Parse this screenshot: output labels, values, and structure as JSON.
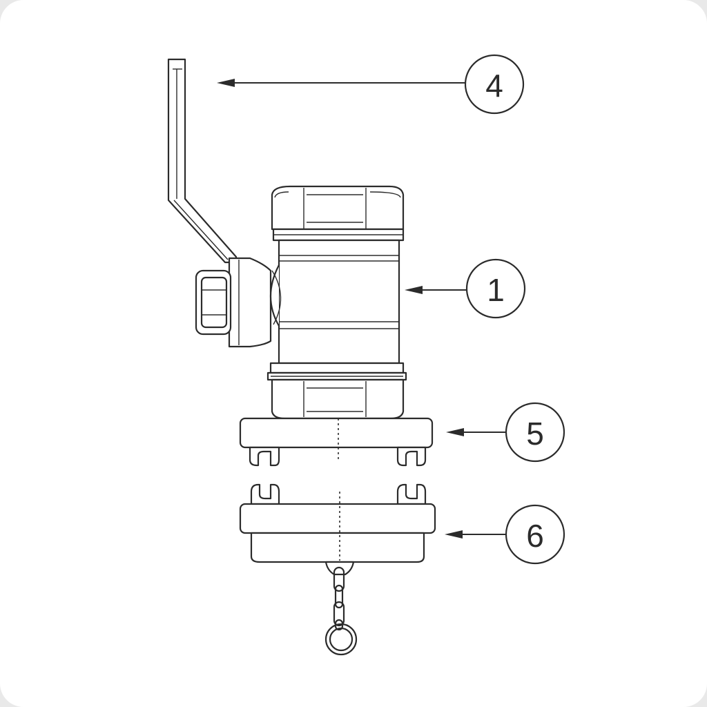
{
  "callouts": [
    {
      "label": "4",
      "part": "lever-handle"
    },
    {
      "label": "1",
      "part": "ball-valve-body"
    },
    {
      "label": "5",
      "part": "coupling-adapter"
    },
    {
      "label": "6",
      "part": "blanking-cap-with-chain"
    }
  ],
  "colors": {
    "line": "#2b2b2b",
    "fill": "#ffffff",
    "background": "#e9e9e9"
  }
}
